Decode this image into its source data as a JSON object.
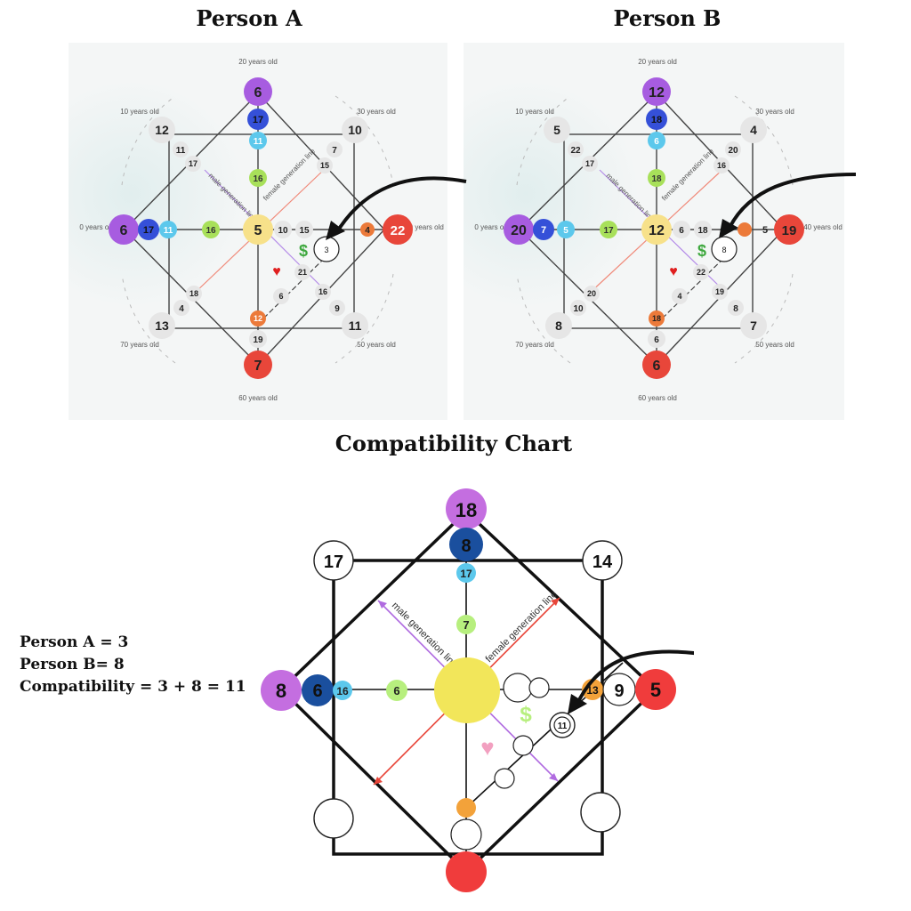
{
  "person_a": {
    "title": "Person A",
    "ages": [
      "0 years old",
      "10 years old",
      "20 years old",
      "30 years old",
      "40 years old",
      "50 years old",
      "60 years old",
      "70 years old"
    ],
    "outer": {
      "left": "6",
      "top": "6",
      "right": "22",
      "bottom": "7",
      "tl": "12",
      "tr": "10",
      "br": "11",
      "bl": "13"
    },
    "second": {
      "left": "17",
      "top": "17",
      "tl_inner": "11",
      "tr_inner": "7",
      "br_inner": "9",
      "bl_inner": "4"
    },
    "third": {
      "left": "11",
      "top": "11"
    },
    "fourth": {
      "left": "16",
      "top": "16"
    },
    "diag": {
      "tl": "17",
      "tr": "15",
      "br": "16",
      "bl": "18"
    },
    "center": "5",
    "right_row": [
      "10",
      "15"
    ],
    "right_inner": "4",
    "bottom_col": [
      "12",
      "19"
    ],
    "line_nodes": [
      "21",
      "6"
    ],
    "circled": "3",
    "money": "$",
    "heart": "♥",
    "male_line": "male generation line",
    "female_line": "female generation line"
  },
  "person_b": {
    "title": "Person B",
    "ages": [
      "0 years old",
      "10 years old",
      "20 years old",
      "30 years old",
      "40 years old",
      "50 years old",
      "60 years old",
      "70 years old"
    ],
    "outer": {
      "left": "20",
      "top": "12",
      "right": "19",
      "bottom": "6",
      "tl": "5",
      "tr": "4",
      "br": "7",
      "bl": "8"
    },
    "second": {
      "left": "7",
      "top": "18",
      "tl_inner": "22",
      "tr_inner": "20",
      "br_inner": "8",
      "bl_inner": "10"
    },
    "third": {
      "left": "5",
      "top": "6"
    },
    "fourth": {
      "left": "17",
      "top": "18"
    },
    "diag": {
      "tl": "17",
      "tr": "16",
      "br": "19",
      "bl": "20"
    },
    "center": "12",
    "right_row": [
      "6",
      "18"
    ],
    "right_inner": "5",
    "bottom_col": [
      "18",
      "6"
    ],
    "line_nodes": [
      "22",
      "4"
    ],
    "circled": "8",
    "money": "$",
    "heart": "♥",
    "male_line": "male generation line",
    "female_line": "female generation line"
  },
  "compat": {
    "title": "Compatibility Chart",
    "top": "18",
    "top2": "8",
    "top3": "17",
    "top4": "7",
    "left": "8",
    "left2": "6",
    "left3": "16",
    "left4": "6",
    "tl": "17",
    "tr": "14",
    "right": "5",
    "right2": "9",
    "right3": "13",
    "circled": "11",
    "money": "$",
    "heart": "♥",
    "male_line": "male generation line",
    "female_line": "female generation line"
  },
  "info": {
    "line1": "Person A = 3",
    "line2": "Person B= 8",
    "line3": "Compatibility = 3 + 8 = 11"
  },
  "colors": {
    "purple": "#a75ce0",
    "blue": "#3550d8",
    "cyan": "#5cc8ec",
    "green": "#a8e05a",
    "yellow": "#f7e18a",
    "orange": "#ec7a3a",
    "red": "#e8463a",
    "grey": "#e6e6e6"
  }
}
